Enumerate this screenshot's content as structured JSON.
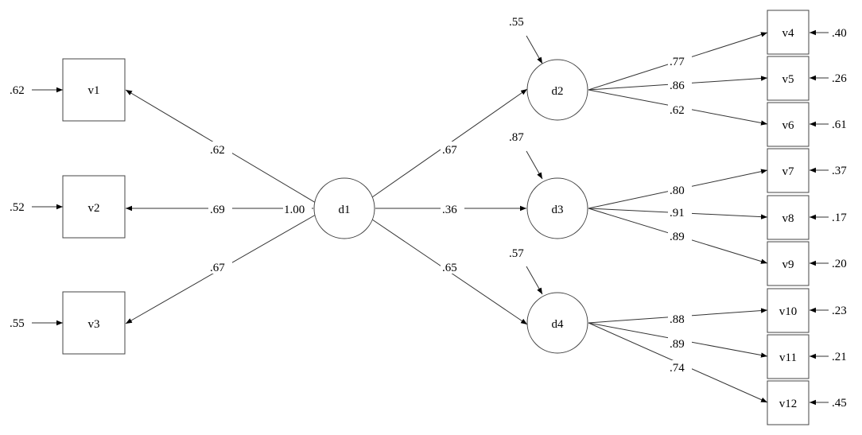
{
  "nodes": {
    "v1": "v1",
    "v2": "v2",
    "v3": "v3",
    "d1": "d1",
    "d2": "d2",
    "d3": "d3",
    "d4": "d4",
    "v4": "v4",
    "v5": "v5",
    "v6": "v6",
    "v7": "v7",
    "v8": "v8",
    "v9": "v9",
    "v10": "v10",
    "v11": "v11",
    "v12": "v12"
  },
  "paths": {
    "d1_v1": ".62",
    "d1_v2": ".69",
    "d1_v3": ".67",
    "d1_d2": ".67",
    "d1_d3": ".36",
    "d1_d4": ".65",
    "d2_v4": ".77",
    "d2_v5": ".86",
    "d2_v6": ".62",
    "d3_v7": ".80",
    "d3_v8": ".91",
    "d3_v9": ".89",
    "d4_v10": ".88",
    "d4_v11": ".89",
    "d4_v12": ".74"
  },
  "variances": {
    "d1": "1.00",
    "v1": ".62",
    "v2": ".52",
    "v3": ".55",
    "d2": ".55",
    "d3": ".87",
    "d4": ".57",
    "v4": ".40",
    "v5": ".26",
    "v6": ".61",
    "v7": ".37",
    "v8": ".17",
    "v9": ".20",
    "v10": ".23",
    "v11": ".21",
    "v12": ".45"
  },
  "colors": {
    "line": "#333333",
    "node_border": "#444444",
    "text": "#000000",
    "background": "#ffffff"
  }
}
